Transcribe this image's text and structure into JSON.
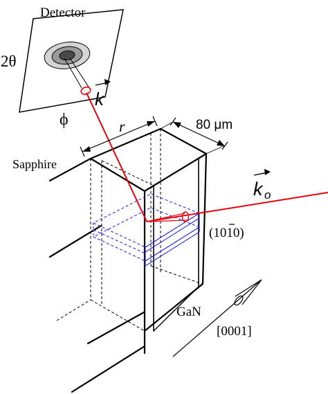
{
  "labels": {
    "detector": "Detector",
    "two_theta": "2θ",
    "phi": "ϕ",
    "k_vector": "k",
    "r": "r",
    "width": "80 μm",
    "sapphire": "Sapphire",
    "k0_vector": "k",
    "k0_subscript": "o",
    "plane": "(10",
    "plane_bar": "1",
    "plane_end": "0)",
    "gan": "GaN",
    "direction": "[0001]"
  },
  "colors": {
    "beam": "#e8000b",
    "layers": "#2b2bd9",
    "outline": "#000000",
    "spot_outer": "#d4d4d4",
    "spot_mid": "#9a9a9a",
    "spot_inner": "#4a4a4a"
  }
}
